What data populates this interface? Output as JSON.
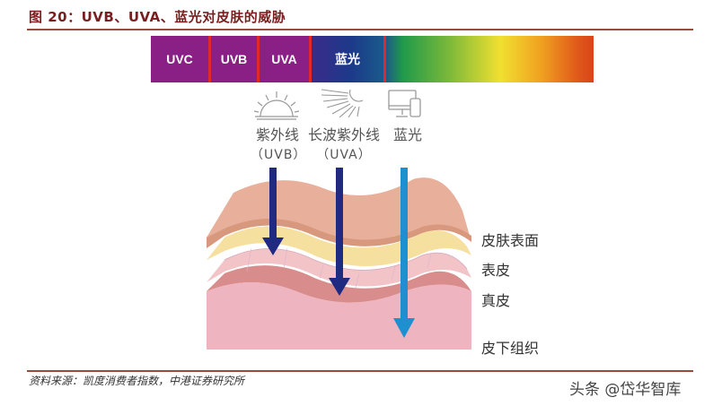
{
  "figure": {
    "title": "图 20：UVB、UVA、蓝光对皮肤的威胁",
    "source": "资料来源：凯度消费者指数，中港证券研究所",
    "watermark": "头条 @岱华智库"
  },
  "spectrum": {
    "bands": [
      {
        "label": "UVC",
        "color": "#8a1f86"
      },
      {
        "label": "UVB",
        "color": "#8a1f86"
      },
      {
        "label": "UVA",
        "color": "#8a1f86"
      },
      {
        "label": "蓝光",
        "color": "#1c3a8a"
      },
      {
        "label": "",
        "color": "gradient-visible"
      }
    ],
    "separator_color": "#e02a2a"
  },
  "sources": [
    {
      "icon": "sun-icon",
      "name": "紫外线",
      "sub": "（UVB）",
      "arrow_color": "#1f2a80",
      "penetrates_to": "表皮"
    },
    {
      "icon": "sun-rays-icon",
      "name": "长波紫外线",
      "sub": "（UVA）",
      "arrow_color": "#1f2a80",
      "penetrates_to": "真皮"
    },
    {
      "icon": "devices-icon",
      "name": "蓝光",
      "sub": "",
      "arrow_color": "#1e90d0",
      "penetrates_to": "皮下组织"
    }
  ],
  "layers": [
    {
      "label": "皮肤表面",
      "color": "#e8b09a"
    },
    {
      "label": "表皮",
      "color": "#f5e0a0"
    },
    {
      "label": "真皮",
      "color": "#f0c4c8"
    },
    {
      "label": "皮下组织",
      "color": "#eeb4c0"
    }
  ]
}
